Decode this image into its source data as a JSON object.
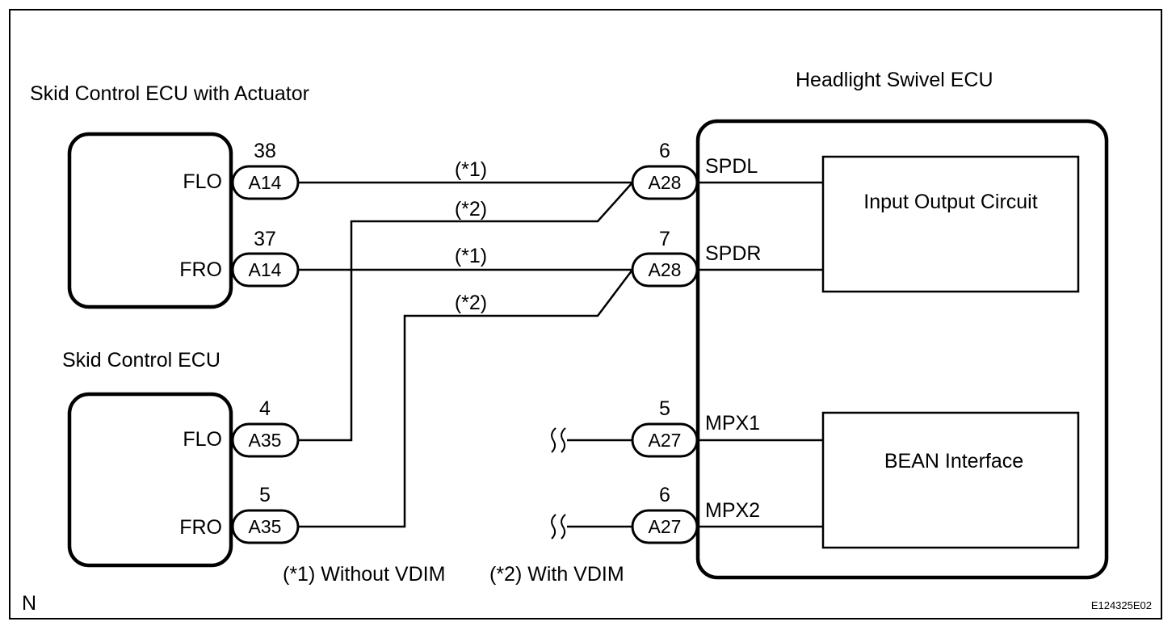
{
  "diagram": {
    "ecus": {
      "skid_actuator": {
        "title": "Skid Control ECU with Actuator",
        "pins": [
          "FLO",
          "FRO"
        ]
      },
      "skid": {
        "title": "Skid Control ECU",
        "pins": [
          "FLO",
          "FRO"
        ]
      },
      "swivel": {
        "title": "Headlight Swivel ECU",
        "pins": [
          "SPDL",
          "SPDR",
          "MPX1",
          "MPX2"
        ]
      }
    },
    "blocks": {
      "io_circuit": "Input Output Circuit",
      "bean": "BEAN Interface"
    },
    "connectors": [
      {
        "code": "A14",
        "pin": "38"
      },
      {
        "code": "A14",
        "pin": "37"
      },
      {
        "code": "A35",
        "pin": "4"
      },
      {
        "code": "A35",
        "pin": "5"
      },
      {
        "code": "A28",
        "pin": "6"
      },
      {
        "code": "A28",
        "pin": "7"
      },
      {
        "code": "A27",
        "pin": "5"
      },
      {
        "code": "A27",
        "pin": "6"
      }
    ],
    "wire_notes": {
      "without_vdim": "(*1)",
      "with_vdim": "(*2)"
    },
    "legend": {
      "note1": "(*1) Without VDIM",
      "note2": "(*2) With VDIM"
    },
    "corner_letter": "N",
    "figure_code": "E124325E02"
  }
}
